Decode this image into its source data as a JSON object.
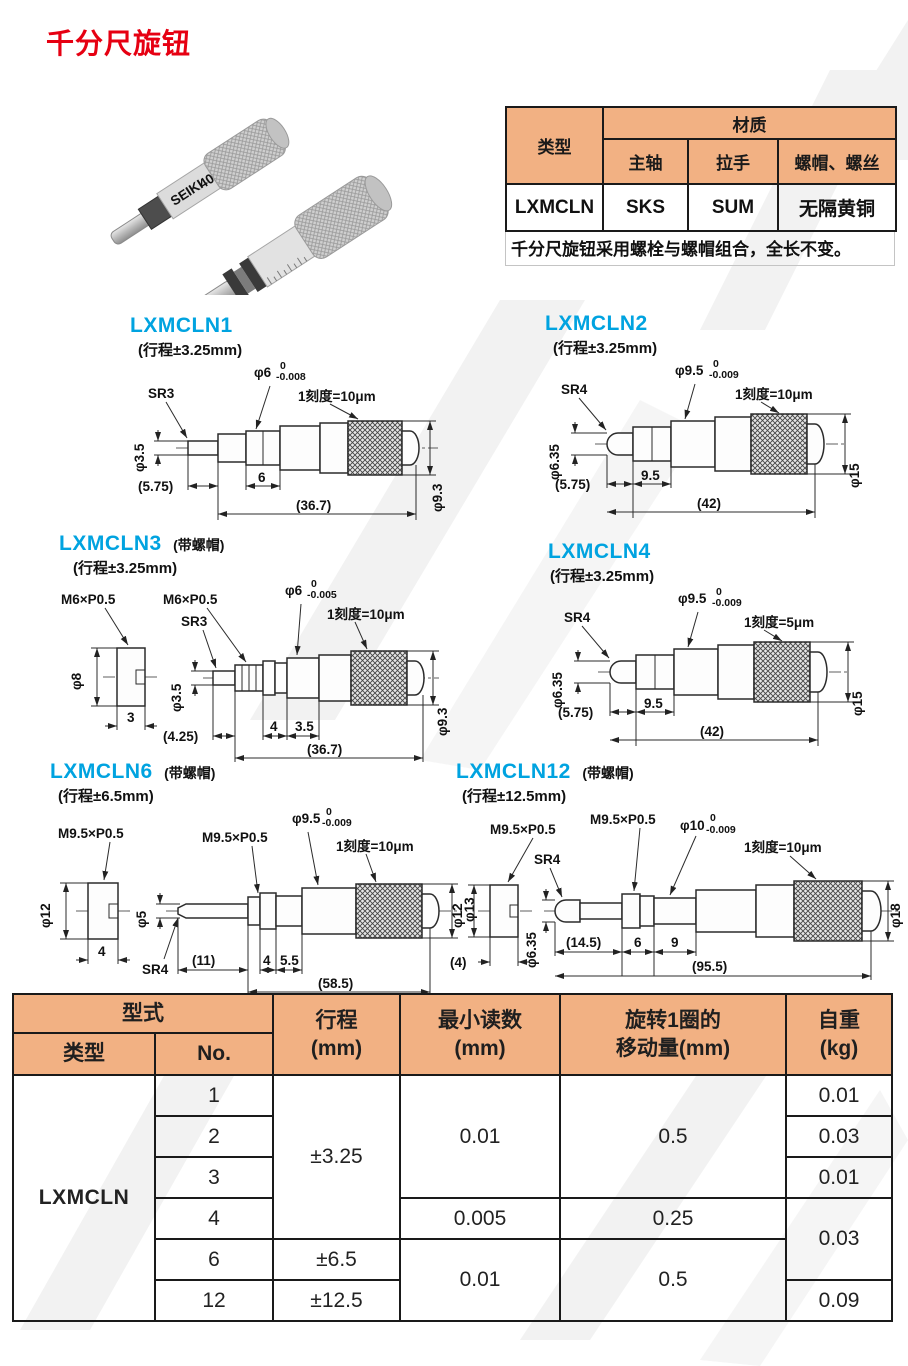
{
  "page": {
    "title": "千分尺旋钮"
  },
  "colors": {
    "accent_red": "#e60012",
    "model_cyan": "#00a3e0",
    "table_header_peach": "#f2b183"
  },
  "photo": {
    "brand": "SEIKI",
    "dial": "40"
  },
  "materials_table": {
    "type_header": "类型",
    "material_header": "材质",
    "col_spindle": "主轴",
    "col_handle": "拉手",
    "col_nut": "螺帽、螺丝",
    "row": {
      "type": "LXMCLN",
      "spindle": "SKS",
      "handle": "SUM",
      "nut": "无隔黄铜"
    },
    "note": "千分尺旋钮采用螺栓与螺帽组合，全长不变。"
  },
  "diagrams": [
    {
      "name": "LXMCLN1",
      "cap": "",
      "travel": "(行程±3.25mm)",
      "sr": "SR3",
      "tip_dia": "φ3.5",
      "shaft_dia": "φ6",
      "tol_u": "0",
      "tol_l": "-0.008",
      "grad": "1刻度=10μm",
      "dim_a": "(5.75)",
      "dim_b": "6",
      "dim_total": "(36.7)",
      "body_dia": "φ9.3"
    },
    {
      "name": "LXMCLN2",
      "cap": "",
      "travel": "(行程±3.25mm)",
      "sr": "SR4",
      "tip_dia": "φ6.35",
      "shaft_dia": "φ9.5",
      "tol_u": "0",
      "tol_l": "-0.009",
      "grad": "1刻度=10μm",
      "dim_a": "(5.75)",
      "dim_b": "9.5",
      "dim_total": "(42)",
      "body_dia": "φ15"
    },
    {
      "name": "LXMCLN3",
      "cap": "(带螺帽)",
      "travel": "(行程±3.25mm)",
      "thread1": "M6×P0.5",
      "thread2": "M6×P0.5",
      "sr": "SR3",
      "collar_dia": "φ8",
      "collar_w": "3",
      "tip_dia": "φ3.5",
      "shaft_dia": "φ6",
      "tol_u": "0",
      "tol_l": "-0.005",
      "grad": "1刻度=10μm",
      "dim_a": "(4.25)",
      "dim_b": "4",
      "dim_c": "3.5",
      "dim_total": "(36.7)",
      "body_dia": "φ9.3"
    },
    {
      "name": "LXMCLN4",
      "cap": "",
      "travel": "(行程±3.25mm)",
      "sr": "SR4",
      "tip_dia": "φ6.35",
      "shaft_dia": "φ9.5",
      "tol_u": "0",
      "tol_l": "-0.009",
      "grad": "1刻度=5μm",
      "dim_a": "(5.75)",
      "dim_b": "9.5",
      "dim_total": "(42)",
      "body_dia": "φ15"
    },
    {
      "name": "LXMCLN6",
      "cap": "(带螺帽)",
      "travel": "(行程±6.5mm)",
      "thread1": "M9.5×P0.5",
      "thread2": "M9.5×P0.5",
      "sr": "SR4",
      "collar_dia": "φ12",
      "collar_w": "4",
      "tip_dia": "φ5",
      "shaft_dia": "φ9.5",
      "tol_u": "0",
      "tol_l": "-0.009",
      "grad": "1刻度=10μm",
      "dim_a": "(11)",
      "dim_b": "4",
      "dim_c": "5.5",
      "dim_total": "(58.5)",
      "body_dia": "φ13"
    },
    {
      "name": "LXMCLN12",
      "cap": "(带螺帽)",
      "travel": "(行程±12.5mm)",
      "thread1": "M9.5×P0.5",
      "thread2": "M9.5×P0.5",
      "sr": "SR4",
      "collar_dia": "φ12",
      "collar_w": "(4)",
      "tip_dia": "φ6.35",
      "shaft_dia": "φ10",
      "tol_u": "0",
      "tol_l": "-0.009",
      "grad": "1刻度=10μm",
      "dim_a": "(14.5)",
      "dim_b": "6",
      "dim_c": "9",
      "dim_total": "(95.5)",
      "body_dia": "φ18"
    }
  ],
  "spec_table": {
    "h_model": "型式",
    "h_type": "类型",
    "h_no": "No.",
    "h_travel1": "行程",
    "h_travel2": "(mm)",
    "h_min1": "最小读数",
    "h_min2": "(mm)",
    "h_turn1": "旋转1圈的",
    "h_turn2": "移动量(mm)",
    "h_weight1": "自重",
    "h_weight2": "(kg)",
    "type_value": "LXMCLN",
    "no": [
      "1",
      "2",
      "3",
      "4",
      "6",
      "12"
    ],
    "travel": [
      "±3.25",
      "±6.5",
      "±12.5"
    ],
    "min_reading": [
      "0.01",
      "0.005",
      "0.01"
    ],
    "per_turn": [
      "0.5",
      "0.25",
      "0.5"
    ],
    "weight": [
      "0.01",
      "0.03",
      "0.01",
      "0.03",
      "0.09"
    ]
  }
}
